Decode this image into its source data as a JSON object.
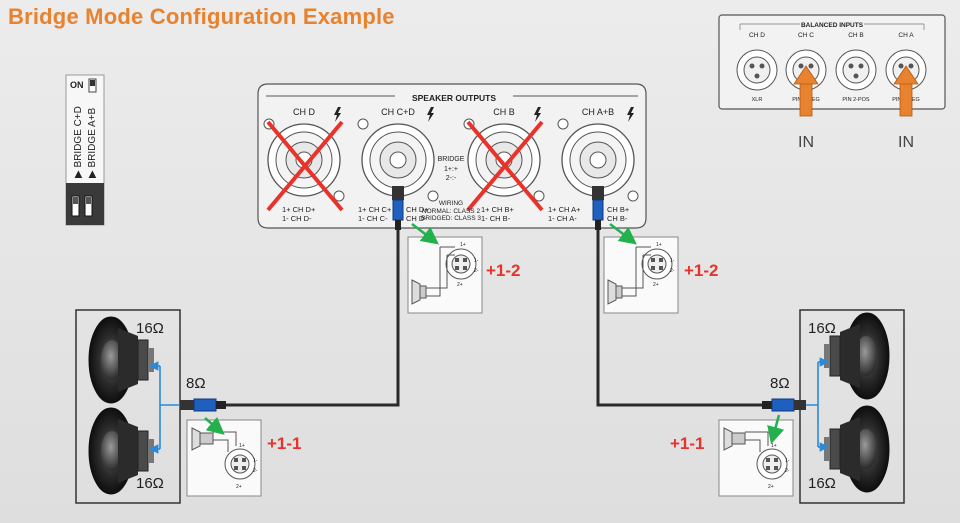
{
  "title": "Bridge Mode Configuration Example",
  "dip_switch": {
    "on_label": "ON",
    "bridge_cd": "▶ BRIDGE C+D",
    "bridge_ab": "▶ BRIDGE A+B"
  },
  "speaker_panel": {
    "header": "SPEAKER OUTPUTS",
    "channels": [
      "CH D",
      "CH C+D",
      "CH B",
      "CH A+B"
    ],
    "pin_labels": [
      [
        "1+  CH D+",
        "1-  CH D-"
      ],
      [
        "1+  CH C+",
        "1-  CH C-"
      ],
      [
        "CH D+",
        "CH D-"
      ],
      [
        "1+  CH B+",
        "1-  CH B-"
      ],
      [
        "1+  CH A+",
        "1-  CH A-"
      ],
      [
        "CH B+",
        "CH B-"
      ]
    ],
    "bridge_label": "BRIDGE",
    "bridge_pins": [
      "1+:+",
      "2-:-"
    ],
    "wiring_title": "WIRING",
    "wiring_normal": "NORMAL: CLASS 2",
    "wiring_bridged": "BRIDGED: CLASS 3"
  },
  "input_panel": {
    "header": "BALANCED INPUTS",
    "channels": [
      "CH D",
      "CH C",
      "CH B",
      "CH A"
    ],
    "labels": [
      "XLR",
      "PIN 2-NEG",
      "PIN 2-POS",
      "PIN 2-NEG"
    ],
    "in_labels": [
      "IN",
      "IN"
    ]
  },
  "connector_pins": [
    "1+",
    "1-",
    "2-",
    "2+"
  ],
  "annotations": {
    "upper_left": "+1-2",
    "upper_right": "+1-2",
    "lower_left": "+1-1",
    "lower_right": "+1-1"
  },
  "speakers": {
    "left_top": "16Ω",
    "left_bottom": "16Ω",
    "left_total": "8Ω",
    "right_top": "16Ω",
    "right_bottom": "16Ω",
    "right_total": "8Ω"
  },
  "colors": {
    "title": "#e8822e",
    "cross": "#e8322a",
    "annotation": "#e8322a",
    "arrow_in": "#e8822e",
    "arrow_green": "#22b14c",
    "wire_blue": "#2a8ad8",
    "plug_blue": "#1f5fbf"
  }
}
